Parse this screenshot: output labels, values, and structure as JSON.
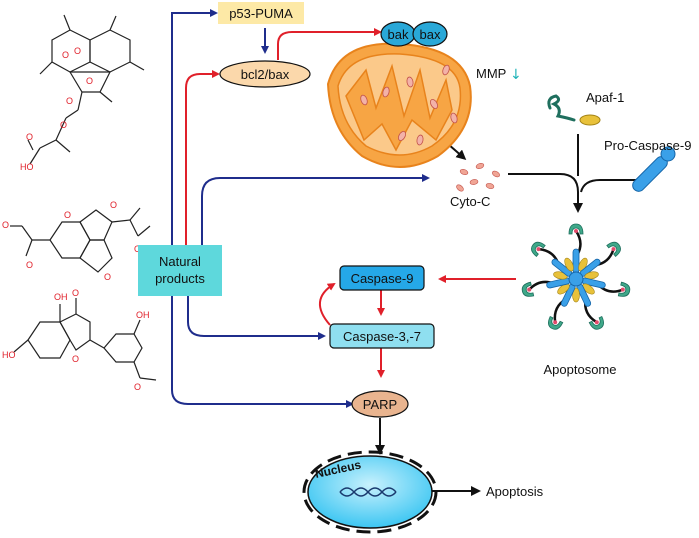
{
  "labels": {
    "p53": "p53-PUMA",
    "bcl2": "bcl2/bax",
    "bak": "bak",
    "bax": "bax",
    "mmp": "MMP",
    "mmp_arrow": "↓",
    "apaf": "Apaf-1",
    "procasp": "Pro-Caspase-9",
    "cytoc": "Cyto-C",
    "natural_line1": "Natural",
    "natural_line2": "products",
    "casp9": "Caspase-9",
    "casp37": "Caspase-3,-7",
    "parp": "PARP",
    "apoptosome": "Apoptosome",
    "nucleus": "Nucleus",
    "apoptosis": "Apoptosis"
  },
  "colors": {
    "blue_arrow": "#1f2d8c",
    "red_arrow": "#e0202a",
    "black_arrow": "#111111",
    "natural_box": "#5ed8dc",
    "p53_box": "#fde9a6",
    "bcl2_fill": "#fbd8ab",
    "mito_outer": "#f7a544",
    "casp9_fill": "#25a8e8",
    "casp37_fill": "#8fdff0",
    "parp_fill": "#e9b48f",
    "nucleus_fill": "#5fd2f5",
    "mmp_arrow": "#1fb3b8",
    "apaf_color": "#e8c13a",
    "procasp_color": "#3aa0e8",
    "cytoc_color": "#f0a595"
  }
}
